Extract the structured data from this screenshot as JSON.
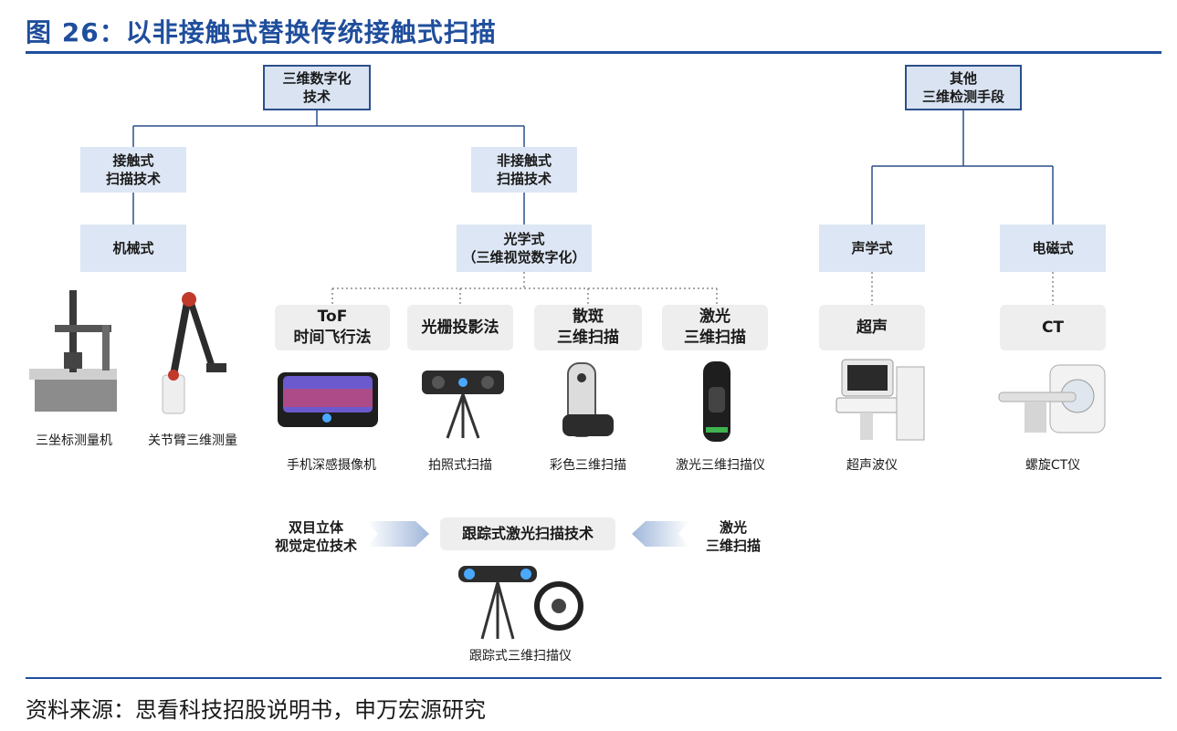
{
  "title": "图 26：以非接触式替换传统接触式扫描",
  "source": "资料来源：思看科技招股说明书，申万宏源研究",
  "nodes": {
    "root": "三维数字化\n技术",
    "contact": "接触式\n扫描技术",
    "noncontact": "非接触式\n扫描技术",
    "mechanical": "机械式",
    "optical": "光学式\n（三维视觉数字化）",
    "tof": "ToF\n时间飞行法",
    "grating": "光栅投影法",
    "speckle": "散斑\n三维扫描",
    "laser": "激光\n三维扫描",
    "other": "其他\n三维检测手段",
    "acoustic": "声学式",
    "electromagnetic": "电磁式",
    "ultrasound": "超声",
    "ct": "CT",
    "tracking": "跟踪式激光扫描技术",
    "stereo": "双目立体\n视觉定位技术",
    "laser_right": "激光\n三维扫描"
  },
  "captions": {
    "cmm": "三坐标测量机",
    "arm": "关节臂三维测量",
    "phone": "手机深感摄像机",
    "photo": "拍照式扫描",
    "color": "彩色三维扫描",
    "laser_scanner": "激光三维扫描仪",
    "ultrasound_device": "超声波仪",
    "ct_device": "螺旋CT仪",
    "tracking_device": "跟踪式三维扫描仪"
  }
}
